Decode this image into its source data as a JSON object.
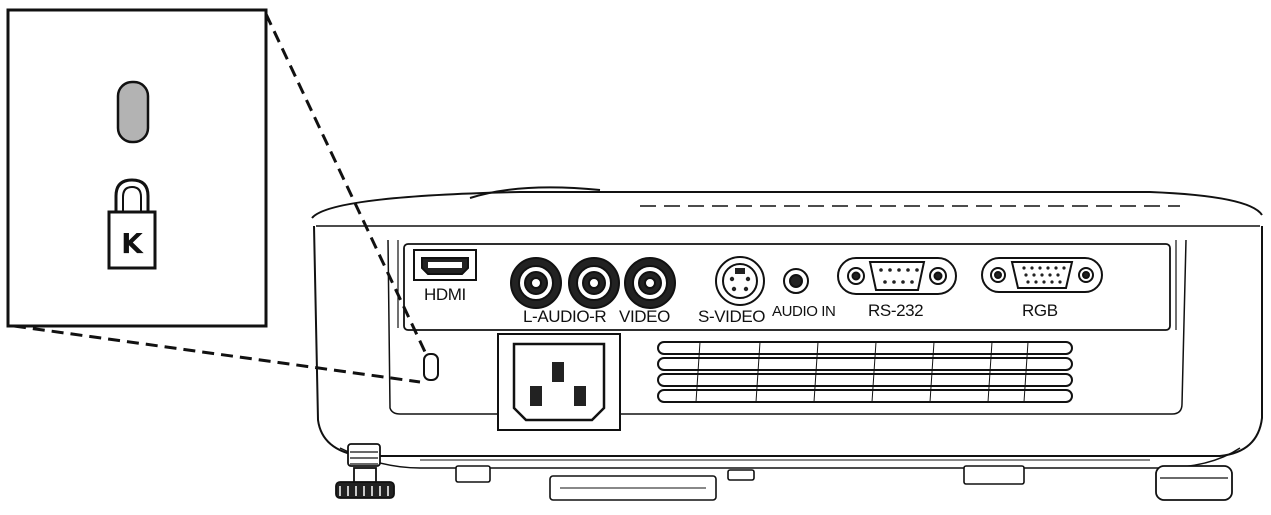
{
  "figure": {
    "ports": {
      "hdmi": "HDMI",
      "audio_lr": "L-AUDIO-R",
      "video": "VIDEO",
      "svideo": "S-VIDEO",
      "audio_in": "AUDIO IN",
      "rs232": "RS-232",
      "rgb": "RGB"
    },
    "callout": {
      "icon": "kensington-lock-icon",
      "glyph": "K"
    }
  }
}
